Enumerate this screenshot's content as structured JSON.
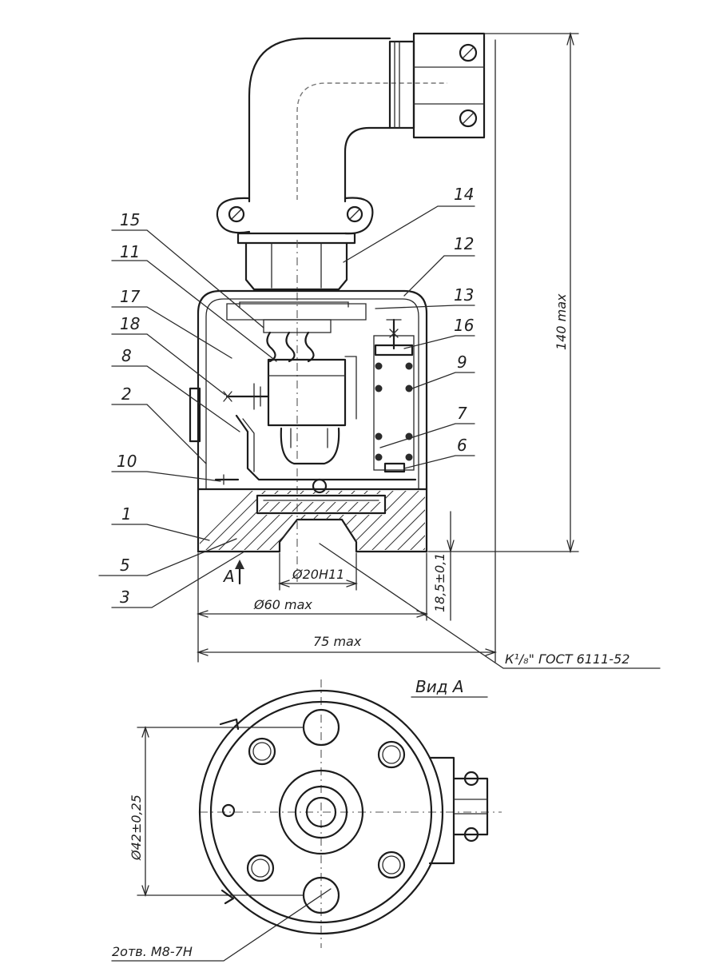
{
  "callouts": [
    "14",
    "15",
    "11",
    "12",
    "17",
    "13",
    "18",
    "16",
    "8",
    "9",
    "2",
    "7",
    "10",
    "6",
    "1",
    "5",
    "3"
  ],
  "dimensions": {
    "height_max": "140 max",
    "bore": "Ø20Н11",
    "outer_dia": "Ø60 max",
    "width_max": "75 max",
    "depth": "18,5±0,1",
    "thread": "К¹/₈\" ГОСТ 6111-52",
    "view_label": "Вид А",
    "arrow_label": "А",
    "bolt_circle": "Ø42±0,25",
    "holes_note": "2отв. М8-7Н"
  }
}
